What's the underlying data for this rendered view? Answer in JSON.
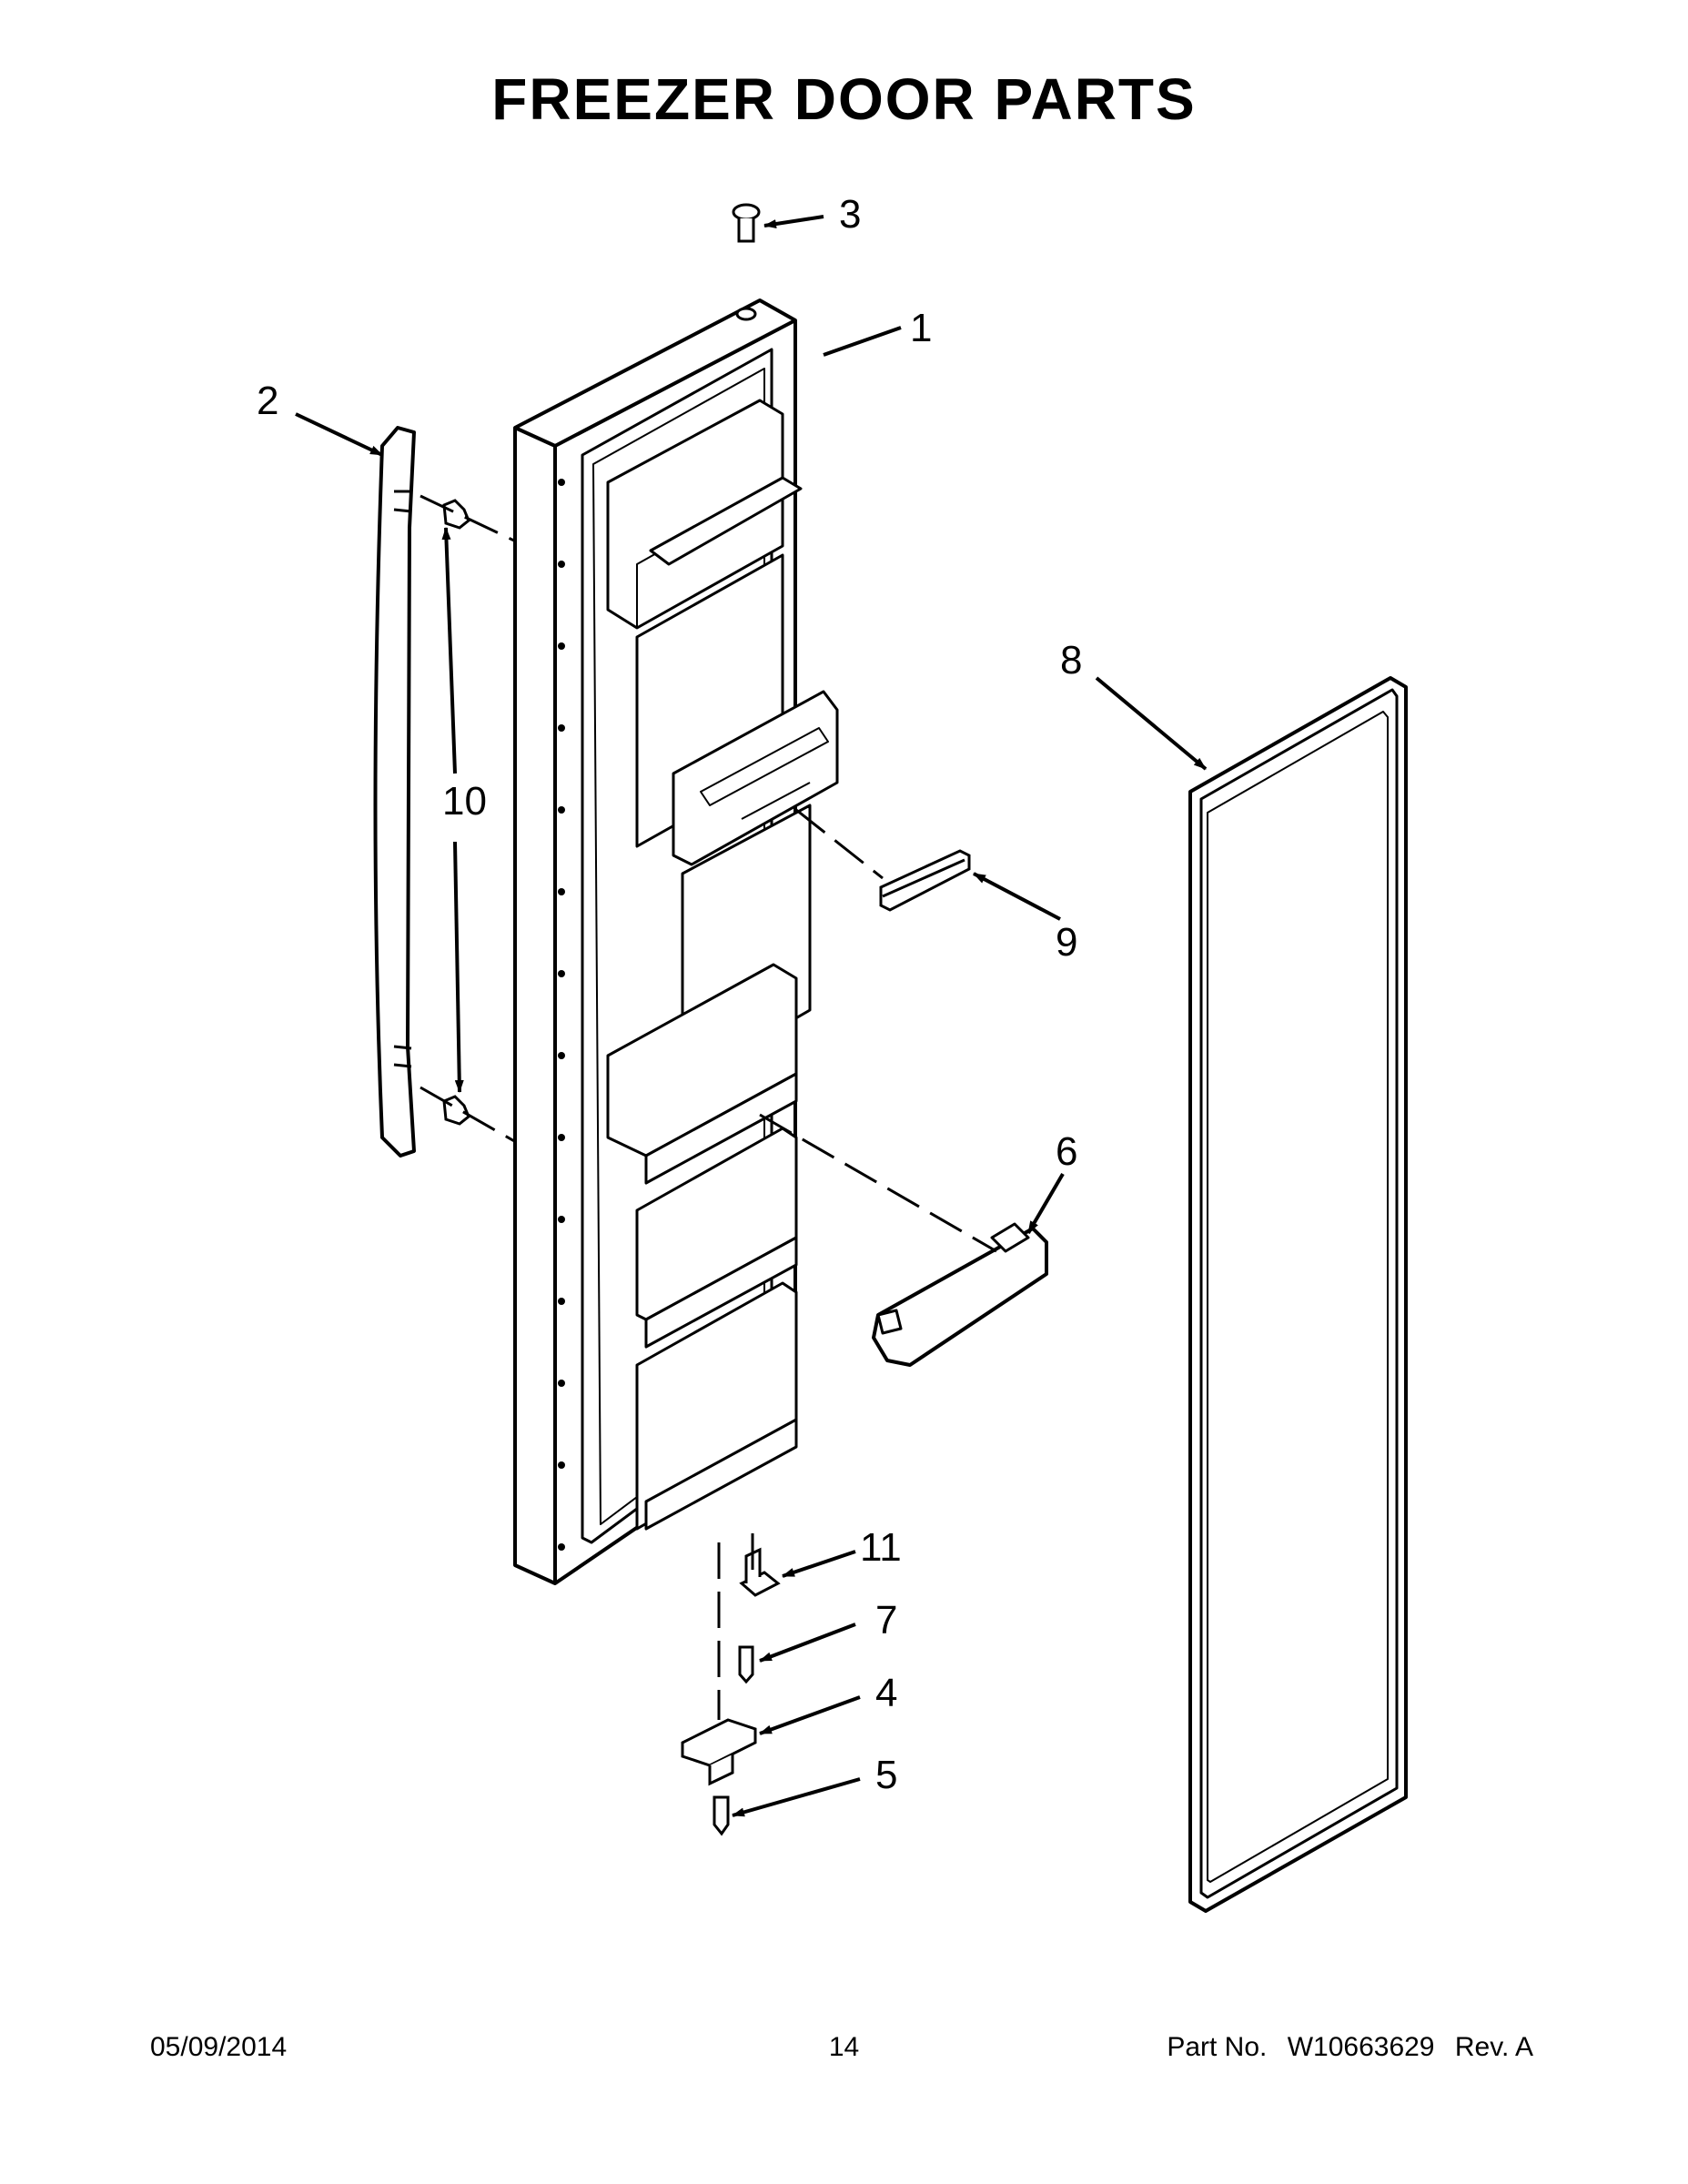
{
  "title": "FREEZER DOOR PARTS",
  "callouts": [
    {
      "id": "1",
      "label": "1"
    },
    {
      "id": "2",
      "label": "2"
    },
    {
      "id": "3",
      "label": "3"
    },
    {
      "id": "4",
      "label": "4"
    },
    {
      "id": "5",
      "label": "5"
    },
    {
      "id": "6",
      "label": "6"
    },
    {
      "id": "7",
      "label": "7"
    },
    {
      "id": "8",
      "label": "8"
    },
    {
      "id": "9",
      "label": "9"
    },
    {
      "id": "10",
      "label": "10"
    },
    {
      "id": "11",
      "label": "11"
    }
  ],
  "footer": {
    "date": "05/09/2014",
    "page": "14",
    "part_prefix": "Part No.",
    "part_number": "W10663629",
    "revision": "Rev.  A"
  }
}
